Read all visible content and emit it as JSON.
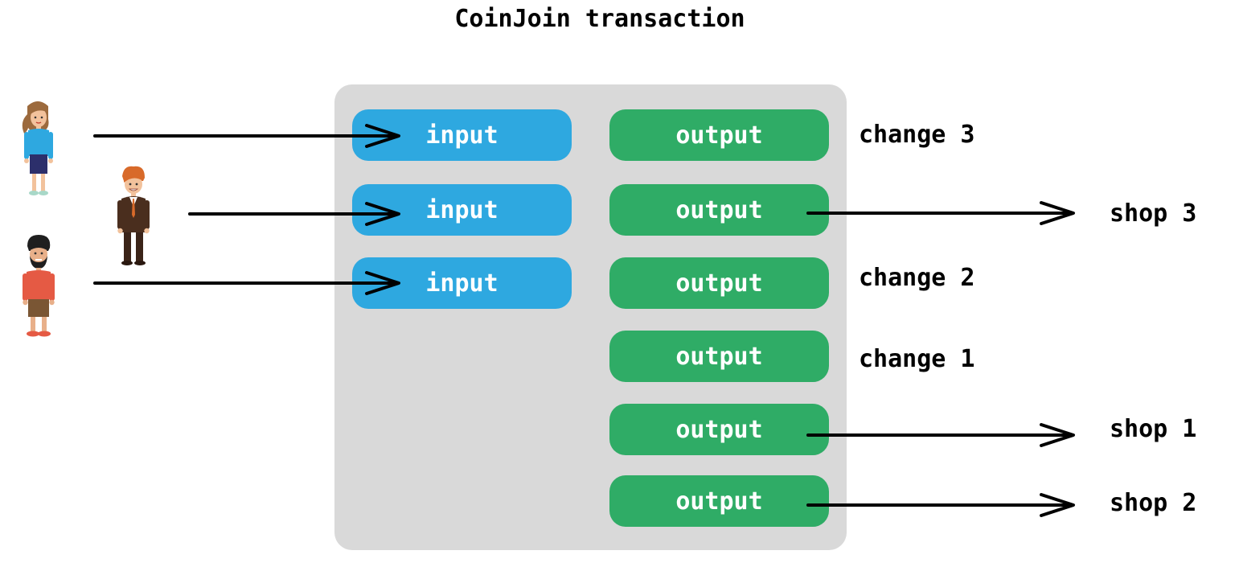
{
  "title": "CoinJoin transaction",
  "inputs": [
    {
      "label": "input"
    },
    {
      "label": "input"
    },
    {
      "label": "input"
    }
  ],
  "outputs": [
    {
      "label": "output",
      "destination": "change 3"
    },
    {
      "label": "output",
      "destination": "shop 3"
    },
    {
      "label": "output",
      "destination": "change 2"
    },
    {
      "label": "output",
      "destination": "change 1"
    },
    {
      "label": "output",
      "destination": "shop 1"
    },
    {
      "label": "output",
      "destination": "shop 2"
    }
  ],
  "colors": {
    "input": "#2ea8e0",
    "output": "#2fac66",
    "transaction_box": "#d9d9d9",
    "arrow": "#000000"
  },
  "people_icons": [
    "woman-icon",
    "businessman-icon",
    "bearded-man-icon"
  ]
}
